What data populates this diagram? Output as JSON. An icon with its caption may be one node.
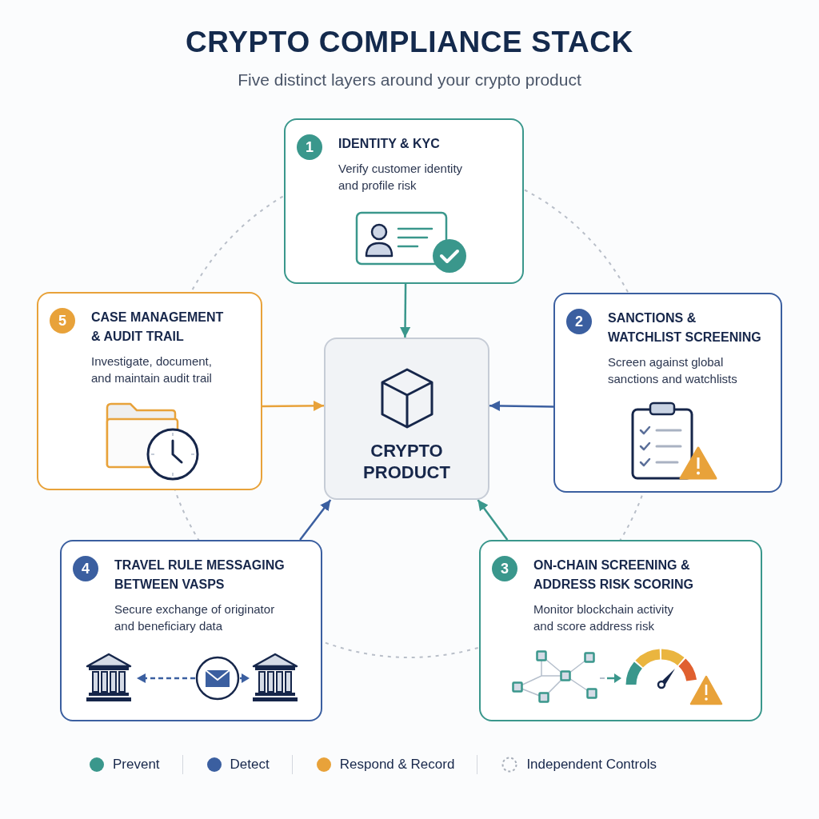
{
  "diagram": {
    "title": "CRYPTO COMPLIANCE STACK",
    "nodes": [
      {
        "text": [
          "1",
          "IDENTITY & KYC",
          "Verify customer identity and profile risk"
        ]
      },
      {
        "text": [
          "5",
          "CASE MANAGEMENT & AUDIT TRAIL",
          "Investigate, document, and maintain audit trail"
        ]
      },
      {
        "text": [
          "CRYPTO PRODUCT"
        ]
      },
      {
        "text": [
          "2",
          "SANCTIONS & WATCHLIST SCREENING",
          "Screen against global sanctions and watchlists"
        ]
      },
      {
        "text": [
          "4",
          "TRAVEL RULE MESSAGING BETWEEN VASPS",
          "Secure exchange of originator and beneficiary data"
        ]
      },
      {
        "text": [
          "3",
          "ON-CHAIN SCREENING & ADDRESS RISK SCORING",
          "Monitor blockchain activity and score address risk"
        ]
      }
    ],
    "edges": [
      {
        "from": 0,
        "to": 2,
        "arrow": "to",
        "color": "#3a978c"
      },
      {
        "from": 1,
        "to": 2,
        "arrow": "to",
        "color": "#e8a23a"
      },
      {
        "from": 3,
        "to": 2,
        "arrow": "to",
        "color": "#3b5fa0"
      },
      {
        "from": 4,
        "to": 2,
        "arrow": "to",
        "color": "#3b5fa0"
      },
      {
        "from": 5,
        "to": 2,
        "arrow": "to",
        "color": "#3a978c"
      }
    ],
    "labels": [
      "Five distinct layers around your crypto product"
    ],
    "legend": [
      {
        "text": "Prevent",
        "color": "#3a978c"
      },
      {
        "text": "Detect",
        "color": "#3b5fa0"
      },
      {
        "text": "Respond & Record",
        "color": "#e8a23a"
      },
      {
        "text": "Independent Controls"
      }
    ]
  }
}
